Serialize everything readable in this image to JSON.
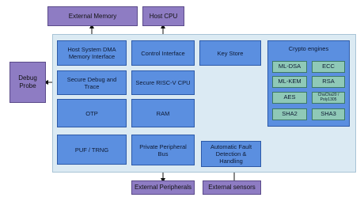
{
  "external": {
    "memory": "External Memory",
    "host_cpu": "Host CPU",
    "debug_probe": "Debug\nProbe",
    "peripherals": "External Peripherals",
    "sensors": "External sensors"
  },
  "blocks": {
    "dma": "Host System DMA Memory Interface",
    "control": "Control Interface",
    "keystore": "Key Store",
    "debug_trace": "Secure Debug and Trace",
    "riscv": "Secure RISC-V CPU",
    "otp": "OTP",
    "ram": "RAM",
    "puf": "PUF / TRNG",
    "periph_bus": "Private Peripheral Bus",
    "fault": "Automatic Fault Detection & Handling"
  },
  "crypto": {
    "title": "Crypto engines",
    "engines": [
      "ML-DSA",
      "ECC",
      "ML-KEM",
      "RSA",
      "AES",
      "ChaCha20 / Poly1305",
      "SHA2",
      "SHA3"
    ]
  }
}
